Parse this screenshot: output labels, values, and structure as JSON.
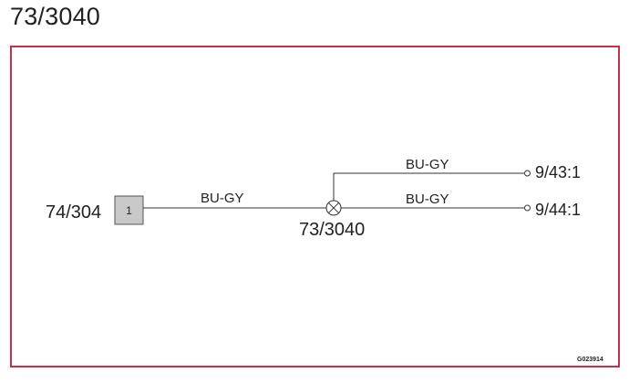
{
  "title": "73/3040",
  "diagram": {
    "connector": {
      "id": "74/304",
      "pin": "1"
    },
    "splice": {
      "id": "73/3040"
    },
    "wires": [
      {
        "label": "BU-GY",
        "from": "74/304:1",
        "to": "73/3040"
      },
      {
        "label": "BU-GY",
        "from": "73/3040",
        "to": "9/43:1"
      },
      {
        "label": "BU-GY",
        "from": "73/3040",
        "to": "9/44:1"
      }
    ],
    "terminals": [
      {
        "label": "9/43:1"
      },
      {
        "label": "9/44:1"
      }
    ],
    "drawing_code": "G023914"
  },
  "colors": {
    "frame": "#c8304a",
    "connector_fill": "#c8c8c8",
    "line": "#333333"
  }
}
